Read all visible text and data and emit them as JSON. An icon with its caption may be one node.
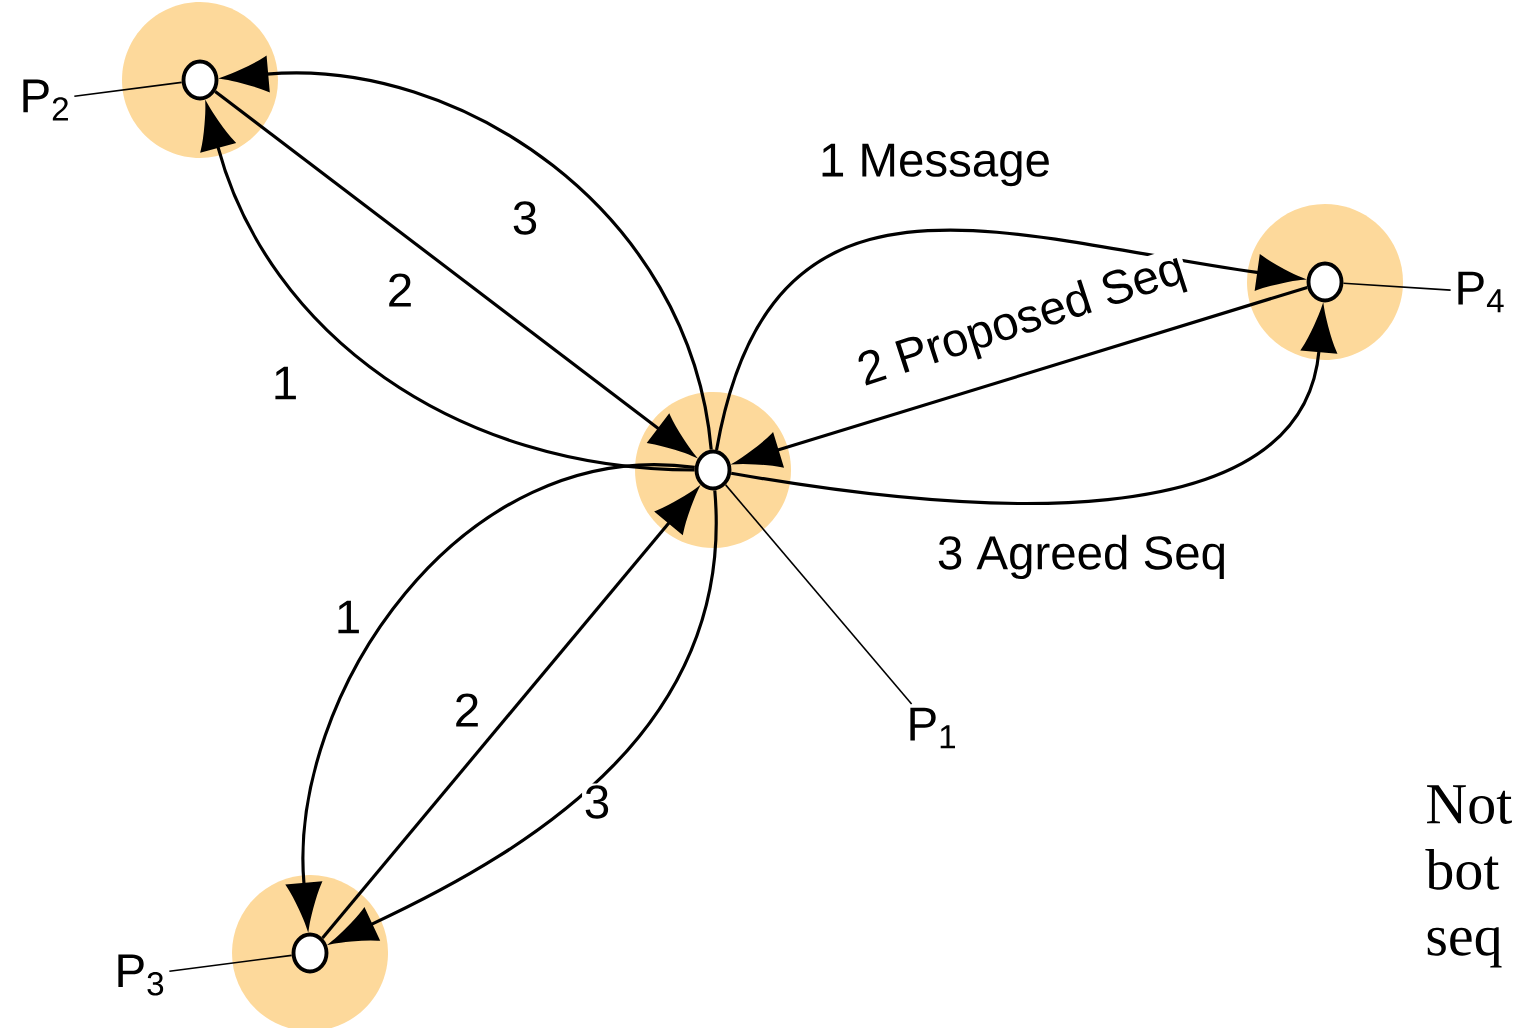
{
  "diagram": {
    "nodes": [
      {
        "text": [],
        "shape": "circle"
      },
      {
        "text": [],
        "shape": "circle"
      },
      {
        "text": [],
        "shape": "circle"
      },
      {
        "text": [],
        "shape": "circle"
      },
      {
        "text": [
          "P$_{1}$"
        ]
      },
      {
        "text": [
          "P$_{2}$"
        ]
      },
      {
        "text": [
          "P$_{3}$"
        ]
      },
      {
        "text": [
          "P$_{4}$"
        ]
      }
    ],
    "edges": [
      {
        "from": 0,
        "to": 1,
        "arrow": "to",
        "label": "1"
      },
      {
        "from": 1,
        "to": 0,
        "arrow": "to",
        "label": "2"
      },
      {
        "from": 0,
        "to": 1,
        "arrow": "to",
        "label": "3"
      },
      {
        "from": 0,
        "to": 3,
        "arrow": "to",
        "label": "1 Message"
      },
      {
        "from": 3,
        "to": 0,
        "arrow": "to",
        "label": "2 Proposed Seq"
      },
      {
        "from": 0,
        "to": 3,
        "arrow": "to",
        "label": "3 Agreed Seq"
      },
      {
        "from": 0,
        "to": 2,
        "arrow": "to",
        "label": "1"
      },
      {
        "from": 2,
        "to": 0,
        "arrow": "to",
        "label": "2"
      },
      {
        "from": 0,
        "to": 2,
        "arrow": "to",
        "label": "3"
      },
      {
        "from": 4,
        "to": 0,
        "arrow": "none"
      },
      {
        "from": 5,
        "to": 1,
        "arrow": "none"
      },
      {
        "from": 6,
        "to": 2,
        "arrow": "none"
      },
      {
        "from": 7,
        "to": 3,
        "arrow": "none"
      }
    ],
    "labels": [
      "Not bot seq"
    ]
  }
}
